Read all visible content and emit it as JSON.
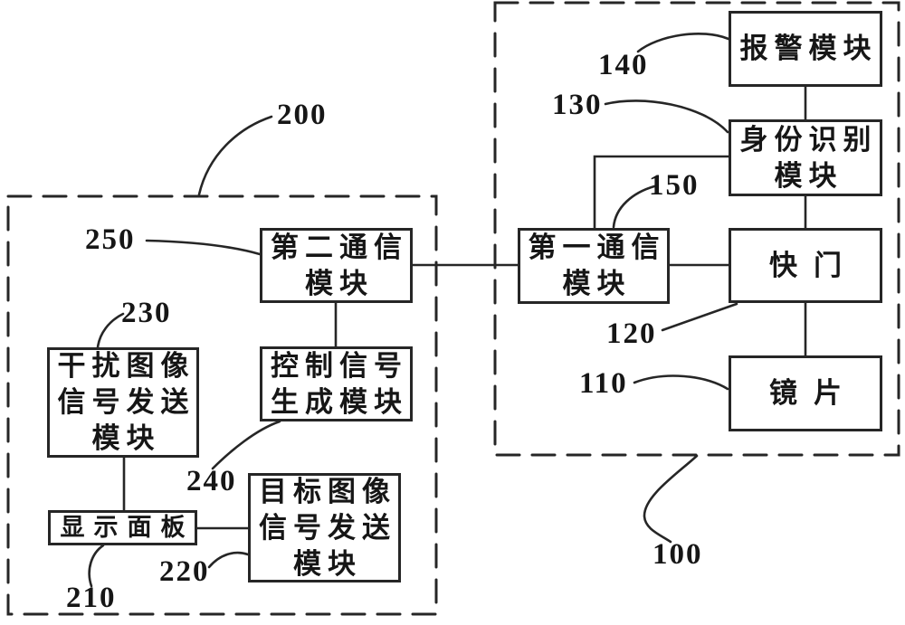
{
  "figure": {
    "kind": "patent-block-diagram",
    "colors": {
      "ink": "#262626",
      "background": "#ffffff"
    },
    "groups": {
      "camera_device": {
        "ref": "100"
      },
      "control_device": {
        "ref": "200"
      }
    },
    "nodes": {
      "alarm": {
        "ref": "140",
        "lines": [
          "报警模块"
        ]
      },
      "identity": {
        "ref": "130",
        "lines": [
          "身份识别",
          "模块"
        ]
      },
      "first_comm": {
        "ref": "150",
        "lines": [
          "第一通信",
          "模块"
        ]
      },
      "shutter": {
        "ref": "120",
        "lines": [
          "快门"
        ]
      },
      "lens": {
        "ref": "110",
        "lines": [
          "镜片"
        ]
      },
      "second_comm": {
        "ref": "250",
        "lines": [
          "第二通信",
          "模块"
        ]
      },
      "ctrl_gen": {
        "ref": "240",
        "lines": [
          "控制信号",
          "生成模块"
        ]
      },
      "interference": {
        "ref": "230",
        "lines": [
          "干扰图像",
          "信号发送",
          "模块"
        ]
      },
      "display_panel": {
        "ref": "210",
        "lines": [
          "显示面板"
        ]
      },
      "target": {
        "ref": "220",
        "lines": [
          "目标图像",
          "信号发送",
          "模块"
        ]
      }
    }
  }
}
